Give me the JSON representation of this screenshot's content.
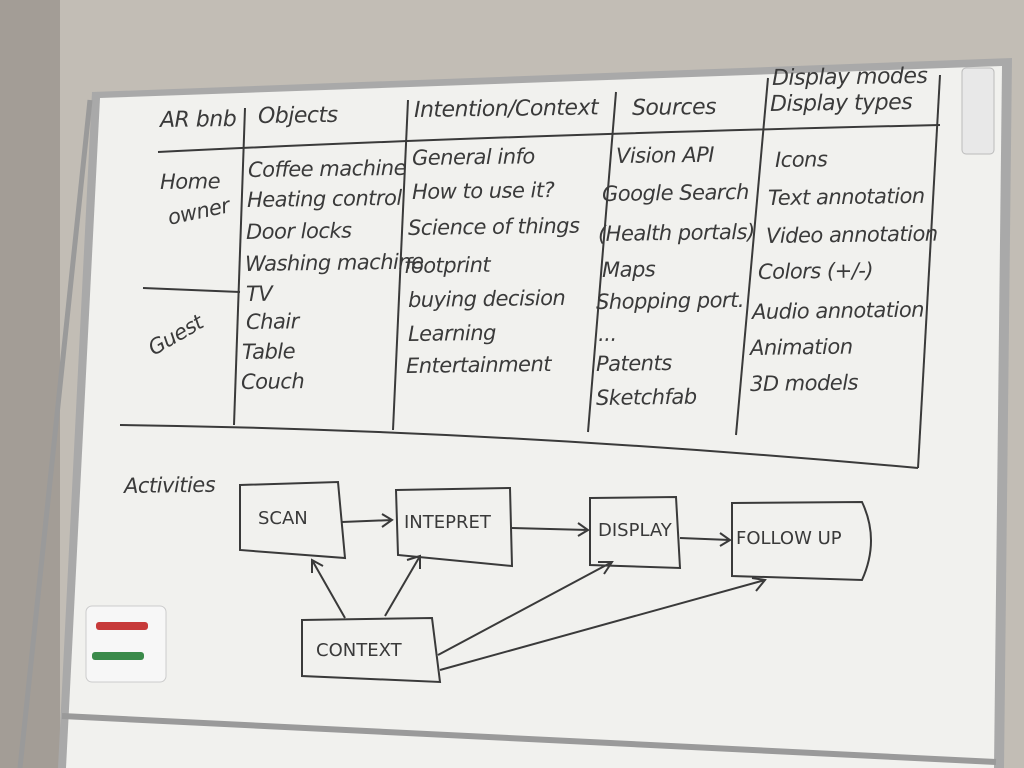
{
  "table": {
    "headers": {
      "role": "AR bnb",
      "objects": "Objects",
      "intention": "Intention/Context",
      "sources": "Sources",
      "display_modes": "Display modes",
      "display_types": "Display types"
    },
    "roles": {
      "home": "Home",
      "owner": "owner",
      "guest": "Guest"
    },
    "objects": [
      "Coffee machine",
      "Heating control",
      "Door locks",
      "Washing machine",
      "TV",
      "Chair",
      "Table",
      "Couch"
    ],
    "intentions": [
      "General info",
      "How to use it?",
      "Science of things",
      "footprint",
      "buying decision",
      "Learning",
      "Entertainment"
    ],
    "sources": [
      "Vision API",
      "Google Search",
      "(Health portals)",
      "Maps",
      "Shopping port.",
      "...",
      "Patents",
      "Sketchfab"
    ],
    "display": [
      "Icons",
      "Text annotation",
      "Video annotation",
      "Colors (+/-)",
      "Audio annotation",
      "Animation",
      "3D models"
    ]
  },
  "activities": {
    "label": "Activities",
    "steps": [
      "SCAN",
      "INTEPRET",
      "DISPLAY",
      "FOLLOW UP"
    ],
    "context": "CONTEXT"
  },
  "colors": {
    "board": "#f2f2ef",
    "ink": "#3a3a3a",
    "frame": "#a8a8a8",
    "wall": "#b9b3ab"
  }
}
